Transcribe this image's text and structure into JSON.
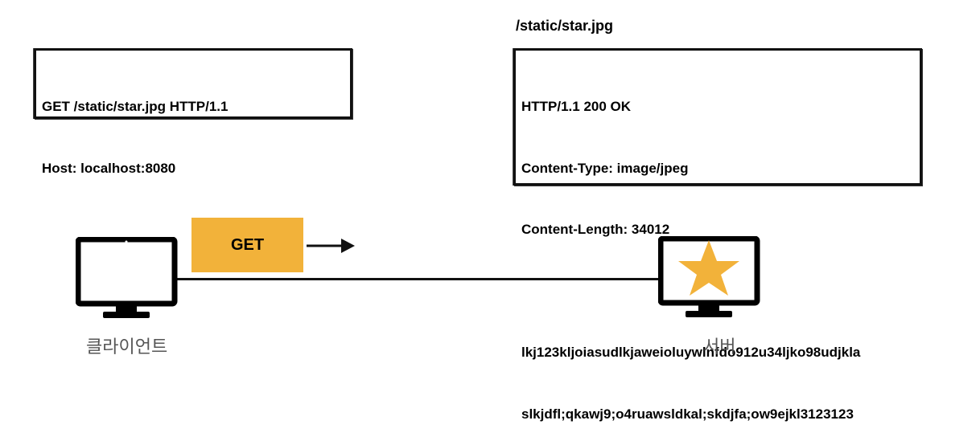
{
  "request": {
    "lines": [
      "GET /static/star.jpg HTTP/1.1",
      "Host: localhost:8080"
    ]
  },
  "response": {
    "resource_path": "/static/star.jpg",
    "headers": [
      "HTTP/1.1 200 OK",
      "Content-Type: image/jpeg",
      "Content-Length: 34012"
    ],
    "body": [
      "lkj123kljoiasudlkjaweioluywlnfdo912u34ljko98udjkla",
      "slkjdfl;qkawj9;o4ruawsldkal;skdjfa;ow9ejkl3123123"
    ]
  },
  "method_tag": "GET",
  "client": {
    "label": "클라이언트",
    "icon": "monitor-icon"
  },
  "server": {
    "label": "서버",
    "icon": "monitor-icon",
    "screen_icon": "star-icon"
  },
  "colors": {
    "method_tag_bg": "#f2b23a",
    "star": "#f2b23a",
    "stroke": "#111111"
  }
}
